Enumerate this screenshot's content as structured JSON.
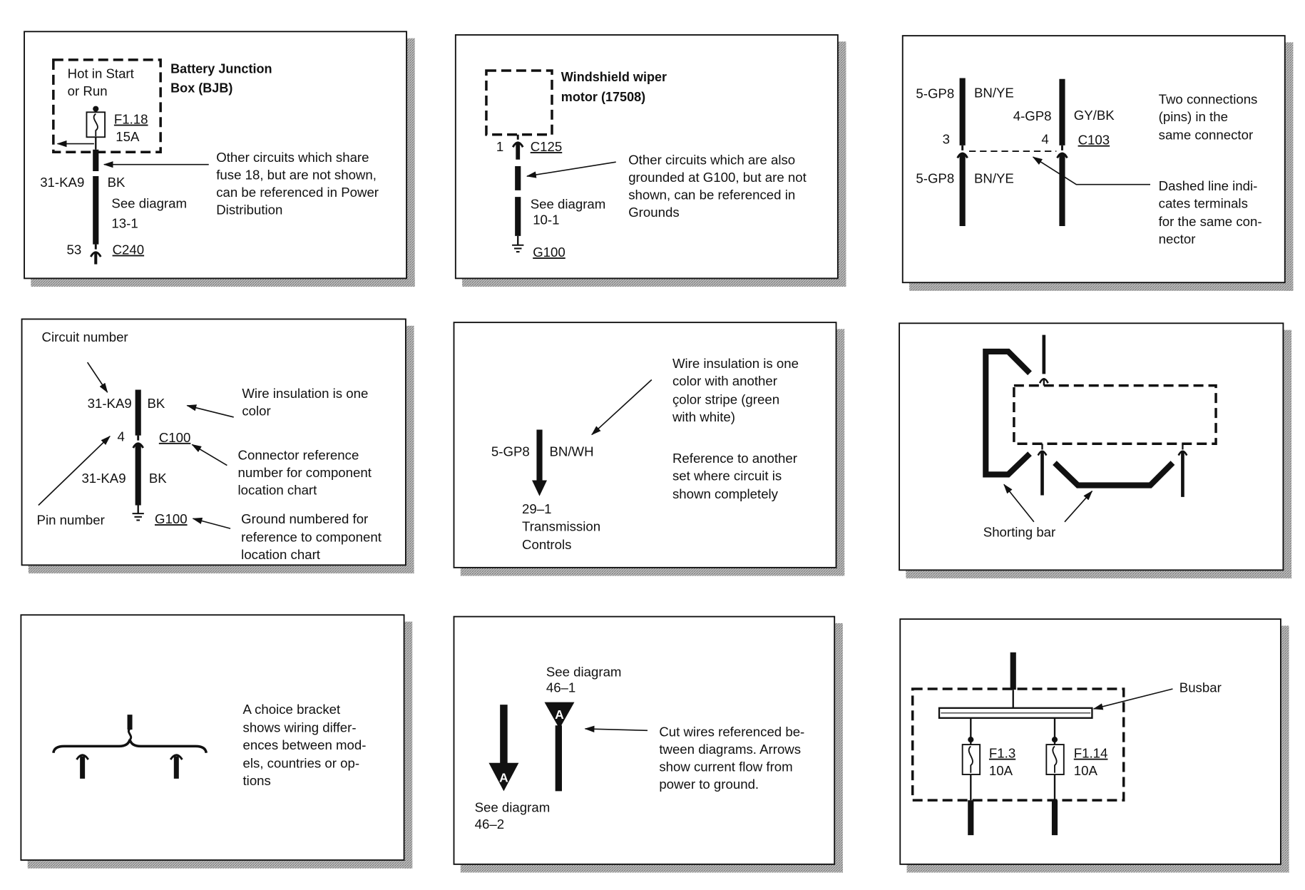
{
  "colors": {
    "ink": "#111111",
    "paper": "#ffffff",
    "shadow": "#9a9a9a"
  },
  "panels": {
    "battery_junction_box": {
      "box_label": [
        "Hot in Start",
        "or Run"
      ],
      "title": [
        "Battery Junction",
        "Box (BJB)"
      ],
      "fuse_id": "F1.18",
      "fuse_rating": "15A",
      "note": [
        "Other circuits which share",
        "fuse 18, but are not shown,",
        "can be referenced in Power",
        "Distribution"
      ],
      "circuit_number": "31-KA9",
      "wire_color": "BK",
      "reference": [
        "See diagram",
        "13-1"
      ],
      "pin_number": "53",
      "connector": "C240"
    },
    "windshield_wiper": {
      "title": [
        "Windshield wiper",
        "motor (17508)"
      ],
      "pin_number": "1",
      "connector": "C125",
      "note": [
        "Other circuits which are also",
        "grounded at G100, but are not",
        "shown, can be referenced in",
        "Grounds"
      ],
      "reference": [
        "See diagram",
        "10-1"
      ],
      "ground": "G100"
    },
    "two_connections": {
      "upper_left_circuit": "5-GP8",
      "upper_left_color": "BN/YE",
      "upper_right_circuit": "4-GP8",
      "upper_right_color": "GY/BK",
      "left_pin": "3",
      "right_pin": "4",
      "connector": "C103",
      "lower_left_circuit": "5-GP8",
      "lower_left_color": "BN/YE",
      "note_top": [
        "Two connections",
        "(pins) in the",
        "same connector"
      ],
      "note_bottom": [
        "Dashed line indi-",
        "cates terminals",
        "for the same con-",
        "nector"
      ]
    },
    "wire_labels": {
      "circuit_number_label": "Circuit number",
      "upper_circuit": "31-KA9",
      "upper_color": "BK",
      "pin_number": "4",
      "connector": "C100",
      "lower_circuit": "31-KA9",
      "lower_color": "BK",
      "pin_number_label": "Pin number",
      "ground": "G100",
      "insulation_note": [
        "Wire insulation is one",
        "color"
      ],
      "connector_note": [
        "Connector reference",
        "number for component",
        "location chart"
      ],
      "ground_note": [
        "Ground numbered for",
        "reference to component",
        "location chart"
      ]
    },
    "stripe_reference": {
      "insulation_note": [
        "Wire insulation is one",
        "color with another",
        "çolor stripe (green",
        "with white)"
      ],
      "circuit": "5-GP8",
      "color": "BN/WH",
      "reference": [
        "29–1",
        "Transmission",
        "Controls"
      ],
      "reference_note": [
        "Reference to another",
        "set where circuit is",
        "shown completely"
      ]
    },
    "shorting_bar": {
      "label": "Shorting bar"
    },
    "choice_bracket": {
      "note": [
        "A choice bracket",
        "shows wiring differ-",
        "ences between mod-",
        "els, countries or op-",
        "tions"
      ]
    },
    "cut_wires": {
      "left_marker": "A",
      "left_reference": [
        "See diagram",
        "46–2"
      ],
      "right_marker": "A",
      "right_reference": [
        "See diagram",
        "46–1"
      ],
      "note": [
        "Cut wires referenced be-",
        "tween diagrams. Arrows",
        "show current flow from",
        "power to ground."
      ]
    },
    "busbar": {
      "label": "Busbar",
      "fuse_left_id": "F1.3",
      "fuse_left_rating": "10A",
      "fuse_right_id": "F1.14",
      "fuse_right_rating": "10A"
    }
  }
}
